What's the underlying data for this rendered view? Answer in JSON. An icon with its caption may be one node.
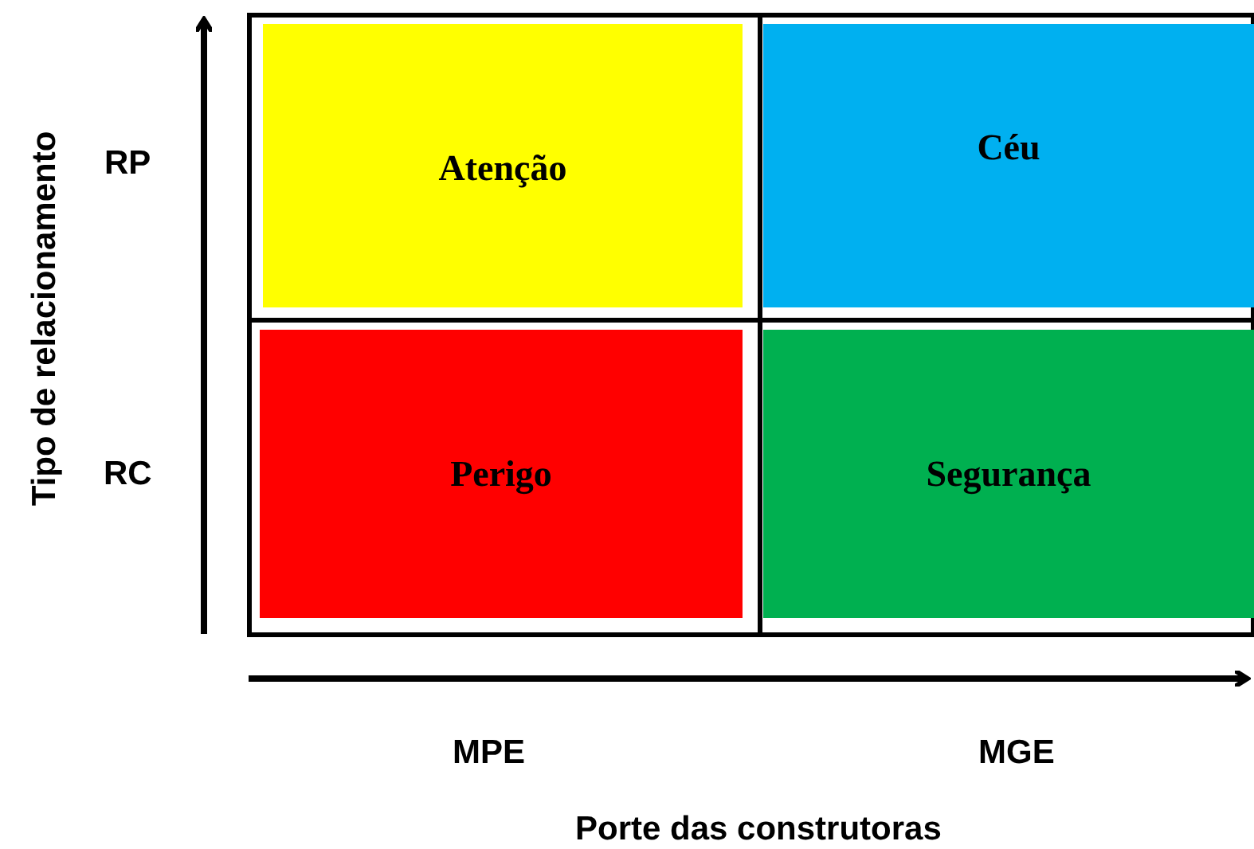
{
  "diagram": {
    "nodes": [
      {
        "text": [
          "Atenção"
        ]
      },
      {
        "text": [
          "Céu"
        ]
      },
      {
        "text": [
          "Perigo"
        ]
      },
      {
        "text": [
          "Segurança"
        ]
      }
    ],
    "labels": [
      "Tipo de relacionamento",
      "RP",
      "RC",
      "MPE",
      "MGE",
      "Porte das construtoras"
    ]
  }
}
